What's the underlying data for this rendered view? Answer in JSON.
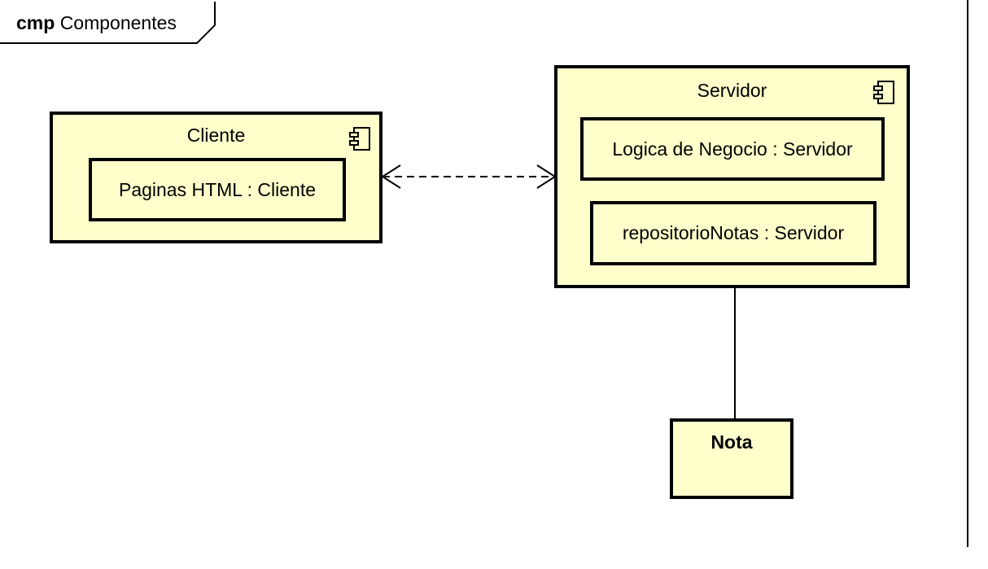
{
  "frame": {
    "keyword": "cmp",
    "name": "Componentes"
  },
  "cliente": {
    "name": "Cliente",
    "icon": "component-icon",
    "part": "Paginas HTML : Cliente"
  },
  "servidor": {
    "name": "Servidor",
    "icon": "component-icon",
    "parts": [
      "Logica de Negocio : Servidor",
      "repositorioNotas : Servidor"
    ]
  },
  "nota": {
    "name": "Nota"
  },
  "colors": {
    "fill": "#ffffcc",
    "stroke": "#000000"
  }
}
